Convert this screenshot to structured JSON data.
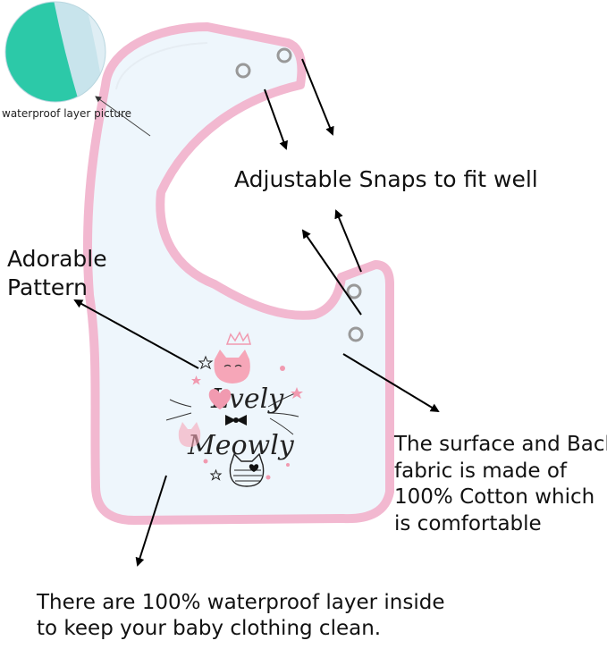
{
  "inset": {
    "caption": "waterproof layer picture"
  },
  "labels": {
    "snaps": "Adjustable Snaps to fit well",
    "pattern": [
      "Adorable",
      "Pattern"
    ],
    "cotton": [
      "The surface and Back",
      "fabric is made of",
      "100% Cotton which",
      "is comfortable"
    ],
    "waterproof": [
      "There are 100% waterproof layer inside",
      "to keep your baby clothing  clean."
    ]
  },
  "print": {
    "line1": "Lvely",
    "line2": "Meowly"
  },
  "colors": {
    "trim": "#f2b8d0",
    "fabric": "#eef6fc",
    "inset_teal": "#2cc9a8",
    "inset_light": "#c8e4ec",
    "cat_pink": "#f6a6b8"
  }
}
